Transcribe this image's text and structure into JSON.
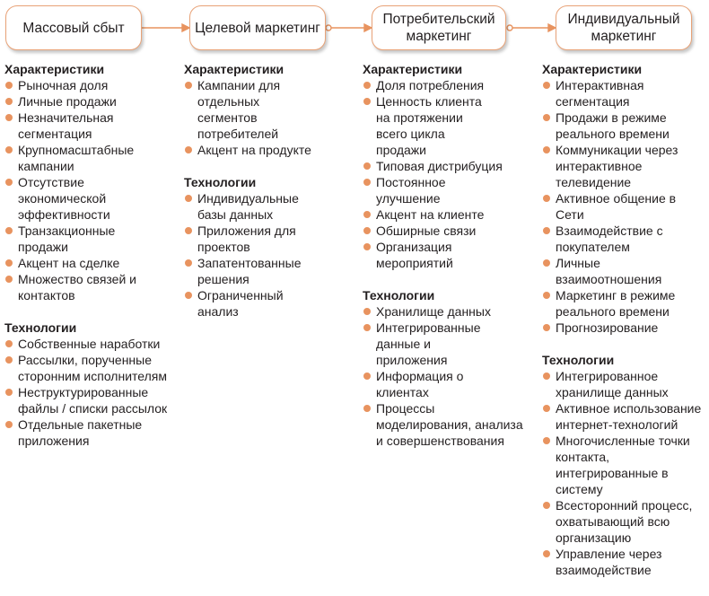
{
  "stages": [
    "Массовый сбыт",
    "Целевой маркетинг",
    "Потребительский маркетинг",
    "Индивидуальный маркетинг"
  ],
  "columns": [
    {
      "char_title": "Характеристики",
      "characteristics": [
        "Рыночная доля",
        "Личные продажи",
        "Незначительная сегментация",
        "Крупномасштабные кампании",
        "Отсутствие экономической эффективности",
        "Транзакционные продажи",
        "Акцент на сделке",
        "Множество связей и контактов"
      ],
      "tech_title": "Технологии",
      "technologies": [
        "Собственные наработки",
        "Рассылки, порученные сторонним исполнителям",
        "Неструктурированные файлы / списки рассылок",
        "Отдельные пакетные приложения"
      ]
    },
    {
      "char_title": "Характеристики",
      "characteristics": [
        "Кампании для отдельных сегментов потребителей",
        "Акцент на продукте"
      ],
      "tech_title": "Технологии",
      "technologies": [
        "Индивидуальные базы данных",
        "Приложения для проектов",
        "Запатентованные решения",
        "Ограниченный анализ"
      ]
    },
    {
      "char_title": "Характеристики",
      "characteristics": [
        "Доля потребления",
        "Ценность клиента на протяжении всего цикла продажи",
        "Типовая дистрибуция",
        "Постоянное улучшение",
        "Акцент на клиенте",
        "Обширные связи",
        "Организация мероприятий"
      ],
      "tech_title": "Технологии",
      "technologies": [
        "Хранилище данных",
        "Интегрированные данные и приложения",
        "Информация о клиентах",
        "Процессы моделирования, анализа и совершенствования"
      ]
    },
    {
      "char_title": "Характеристики",
      "characteristics": [
        "Интерактивная сегментация",
        "Продажи в режиме реального времени",
        "Коммуникации через интерактивное телевидение",
        "Активное общение в Сети",
        "Взаимодействие с покупателем",
        "Личные взаимоотношения",
        "Маркетинг в режиме реального времени",
        "Прогнозирование"
      ],
      "tech_title": "Технологии",
      "technologies": [
        "Интегрированное хранилище данных",
        "Активное использование интернет-технологий",
        "Многочисленные точки контакта, интегрированные в систему",
        "Всесторонний процесс, охватывающий всю организацию",
        "Управление через взаимодействие"
      ]
    }
  ],
  "colors": {
    "accent": "#e8935f",
    "box_border": "#e8a277",
    "text": "#231f20"
  }
}
